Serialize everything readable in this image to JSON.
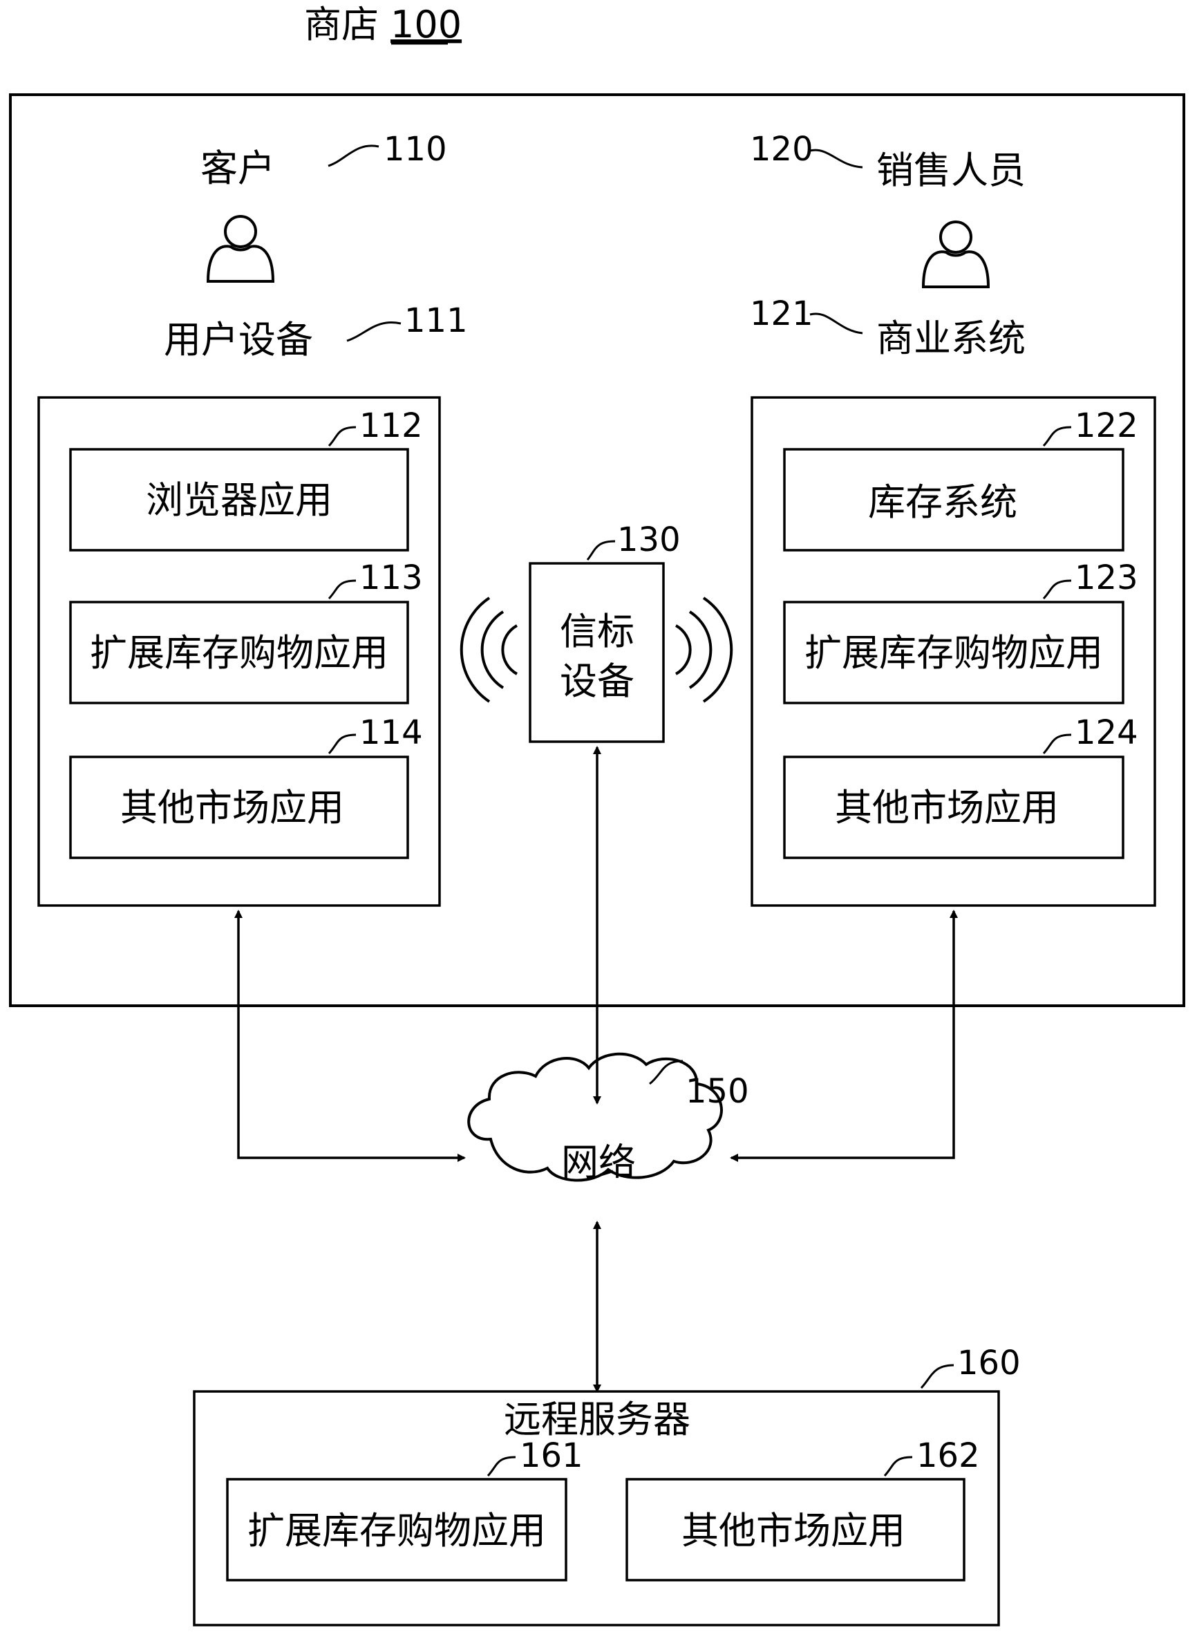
{
  "store": {
    "title": "商店",
    "number": "100"
  },
  "customer": {
    "label": "客户",
    "ref": "110"
  },
  "user_device": {
    "label": "用户设备",
    "ref": "111",
    "apps": [
      {
        "label": "浏览器应用",
        "ref": "112"
      },
      {
        "label": "扩展库存购物应用",
        "ref": "113"
      },
      {
        "label": "其他市场应用",
        "ref": "114"
      }
    ]
  },
  "salesperson": {
    "label": "销售人员",
    "ref": "120"
  },
  "business_system": {
    "label": "商业系统",
    "ref": "121",
    "apps": [
      {
        "label": "库存系统",
        "ref": "122"
      },
      {
        "label": "扩展库存购物应用",
        "ref": "123"
      },
      {
        "label": "其他市场应用",
        "ref": "124"
      }
    ]
  },
  "beacon": {
    "line1": "信标",
    "line2": "设备",
    "ref": "130"
  },
  "network": {
    "label": "网络",
    "ref": "150"
  },
  "remote_server": {
    "label": "远程服务器",
    "ref": "160",
    "apps": [
      {
        "label": "扩展库存购物应用",
        "ref": "161"
      },
      {
        "label": "其他市场应用",
        "ref": "162"
      }
    ]
  }
}
